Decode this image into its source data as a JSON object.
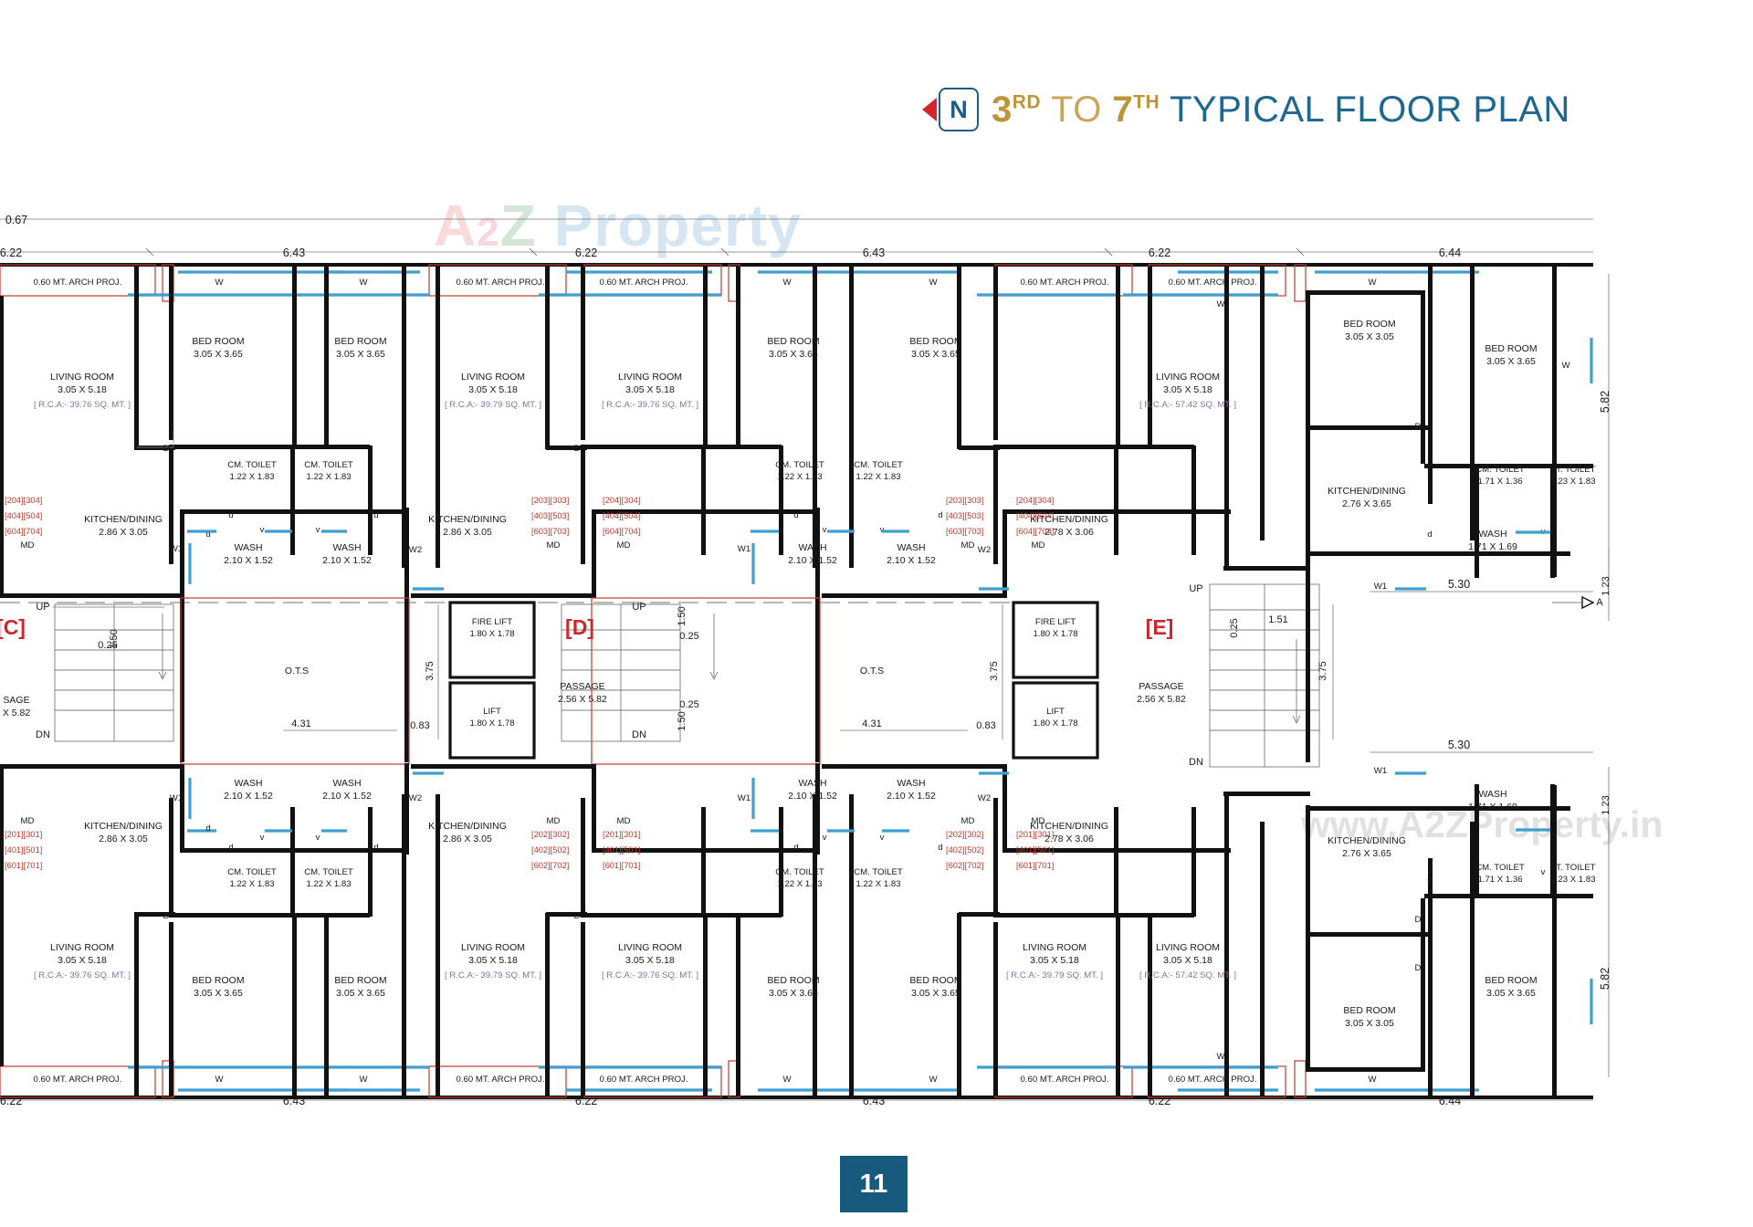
{
  "header": {
    "north_label": "N",
    "title_part1": "3",
    "title_sup1": "RD",
    "title_to": " TO ",
    "title_part2": "7",
    "title_sup2": "TH",
    "title_rest": " TYPICAL FLOOR PLAN"
  },
  "page": {
    "number": "11"
  },
  "watermark": {
    "brand_a": "A",
    "brand_2": "2",
    "brand_z": "Z",
    "brand_word": " Property",
    "url": "www.A2ZProperty.in"
  },
  "colors": {
    "title_gold": "#bf9338",
    "title_blue": "#1d6790",
    "north_blue": "#1d5c85",
    "north_red": "#d6252c",
    "page_bg": "#175a7e",
    "unit_red": "#c0392b",
    "rca_purple": "#8d6f9c",
    "window_blue": "#3f9fd0"
  },
  "rooms": {
    "living_room": "LIVING ROOM",
    "living_dim": "3.05 X 5.18",
    "bed_room": "BED ROOM",
    "bed_dim": "3.05 X 3.65",
    "bed_dim_small": "3.05 X 3.05",
    "kitchen": "KITCHEN/DINING",
    "kitchen_dim": "2.86 X 3.05",
    "kitchen_dim_b": "2.78 X 3.06",
    "kitchen_dim_c": "2.76 X 3.65",
    "cm_toilet": "CM. TOILET",
    "cm_toilet_dim": "1.22 X 1.83",
    "cm_toilet_dim_r": "1.71 X 1.36",
    "at_toilet": "AT. TOILET",
    "at_toilet_dim": "1.23 X 1.83",
    "wash": "WASH",
    "wash_dim": "2.10 X 1.52",
    "wash_dim_r": "1.71 X 1.69",
    "fire_lift": "FIRE LIFT",
    "lift": "LIFT",
    "lift_dim": "1.80 X 1.78",
    "passage": "PASSAGE",
    "passage_dim": "2.56 X 5.82",
    "ots": "O.T.S",
    "arch_proj": "0.60 MT. ARCH PROJ."
  },
  "rca": {
    "r3976": "[ R.C.A:- 39.76 SQ. MT. ]",
    "r3979": "[ R.C.A:- 39.79 SQ. MT. ]",
    "r5742": "[ R.C.A:- 57.42 SQ. MT. ]"
  },
  "marks": {
    "w": "W",
    "w1": "W1",
    "w2": "W2",
    "d": "D",
    "d_small": "d",
    "v": "v",
    "md": "MD",
    "up": "UP",
    "dn": "DN"
  },
  "wing_tags": {
    "c": "[C]",
    "d": "[D]",
    "e": "[E]"
  },
  "unit_numbers": {
    "top_left_a": [
      "[204][304]",
      "[404][504]",
      "[604][704]"
    ],
    "top_mid_a": [
      "[203][303]",
      "[403][503]",
      "[603][703]"
    ],
    "top_mid_b": [
      "[204][304]",
      "[404][504]",
      "[604][704]"
    ],
    "top_right_a": [
      "[203][303]",
      "[403][503]",
      "[603][703]"
    ],
    "top_right_b": [
      "[204][304]",
      "[404][504]",
      "[604][704]"
    ],
    "bot_left_a": [
      "[201][301]",
      "[401][501]",
      "[601][701]"
    ],
    "bot_mid_a": [
      "[202][302]",
      "[402][502]",
      "[602][702]"
    ],
    "bot_mid_b": [
      "[201][301]",
      "[401][501]",
      "[601][701]"
    ],
    "bot_right_a": [
      "[202][302]",
      "[402][502]",
      "[602][702]"
    ],
    "bot_right_b": [
      "[201][301]",
      "[401][501]",
      "[601][701]"
    ]
  },
  "dimensions": {
    "top_overall": "0.67",
    "top_chain": [
      "6.22",
      "6.43",
      "6.22",
      "6.43",
      "6.22",
      "6.44"
    ],
    "bottom_chain": [
      "6.22",
      "6.43",
      "6.22",
      "6.43",
      "6.22",
      "6.44"
    ],
    "right_5_82": "5.82",
    "right_1_23": "1.23",
    "right_5_30": "5.30",
    "inner_0_25": "0.25",
    "inner_1_50": "1.50",
    "inner_3_75": "3.75",
    "inner_4_31": "4.31",
    "inner_0_83": "0.83",
    "inner_1_51": "1.51",
    "left_5_82": "X 5.82",
    "left_passage": "SAGE",
    "section_mark": "A"
  }
}
